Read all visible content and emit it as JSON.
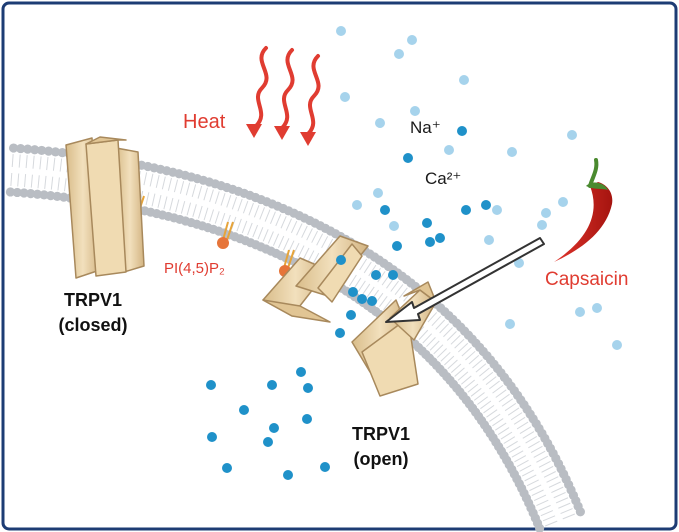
{
  "labels": {
    "heat": "Heat",
    "sodium": "Na⁺",
    "calcium": "Ca²⁺",
    "pip2": "PI(4,5)P₂",
    "capsaicin": "Capsaicin",
    "closed_channel_name": "TRPV1",
    "closed_channel_state": "(closed)",
    "open_channel_name": "TRPV1",
    "open_channel_state": "(open)"
  },
  "colors": {
    "frame": "#1d3c74",
    "accent_red": "#e03c31",
    "ion_dark": "#1f91c9",
    "ion_light": "#a6d3ec",
    "membrane_head": "#b9bdc3",
    "protein_fill": "#e8d2a8",
    "protein_edge": "#a8895c",
    "lipid_orange": "#e6753a",
    "pepper_red": "#c8201c",
    "pepper_stem": "#4a8a2f"
  },
  "icons": [
    "heat-wave-icon",
    "chili-pepper-icon",
    "arrow-icon",
    "ion-particle-icon",
    "lipid-icon"
  ]
}
